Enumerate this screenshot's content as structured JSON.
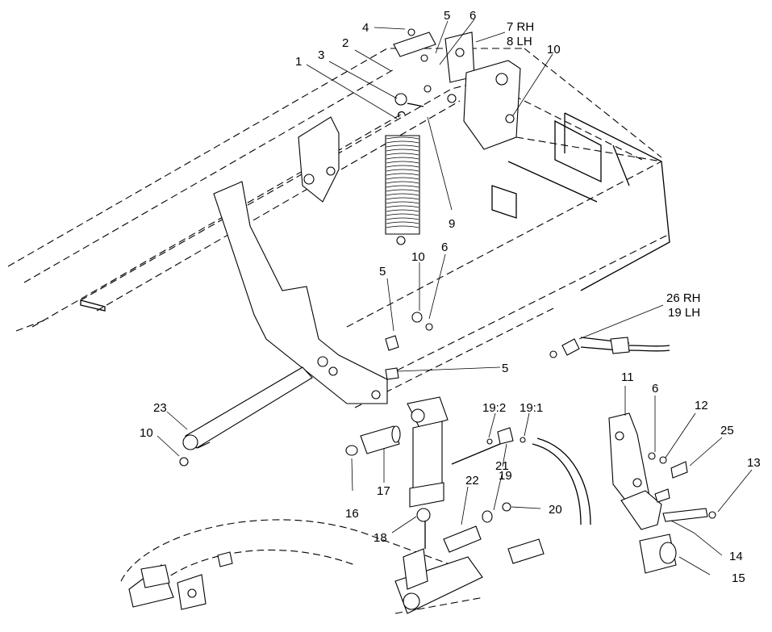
{
  "callouts": [
    {
      "id": "c1",
      "text": "1"
    },
    {
      "id": "c2",
      "text": "2"
    },
    {
      "id": "c3",
      "text": "3"
    },
    {
      "id": "c4",
      "text": "4"
    },
    {
      "id": "c5a",
      "text": "5"
    },
    {
      "id": "c6a",
      "text": "6"
    },
    {
      "id": "c7",
      "text": "7 RH"
    },
    {
      "id": "c8",
      "text": "8 LH"
    },
    {
      "id": "c10a",
      "text": "10"
    },
    {
      "id": "c9",
      "text": "9"
    },
    {
      "id": "c5b",
      "text": "5"
    },
    {
      "id": "c10b",
      "text": "10"
    },
    {
      "id": "c6b",
      "text": "6"
    },
    {
      "id": "c26",
      "text": "26 RH"
    },
    {
      "id": "c19lh",
      "text": "19 LH"
    },
    {
      "id": "c5c",
      "text": "5"
    },
    {
      "id": "c11",
      "text": "11"
    },
    {
      "id": "c6c",
      "text": "6"
    },
    {
      "id": "c12",
      "text": "12"
    },
    {
      "id": "c25",
      "text": "25"
    },
    {
      "id": "c13",
      "text": "13"
    },
    {
      "id": "c23",
      "text": "23"
    },
    {
      "id": "c10c",
      "text": "10"
    },
    {
      "id": "c192",
      "text": "19:2"
    },
    {
      "id": "c191",
      "text": "19:1"
    },
    {
      "id": "c19",
      "text": "19"
    },
    {
      "id": "c21",
      "text": "21"
    },
    {
      "id": "c22",
      "text": "22"
    },
    {
      "id": "c20",
      "text": "20"
    },
    {
      "id": "c16",
      "text": "16"
    },
    {
      "id": "c17",
      "text": "17"
    },
    {
      "id": "c18",
      "text": "18"
    },
    {
      "id": "c14",
      "text": "14"
    },
    {
      "id": "c15",
      "text": "15"
    }
  ]
}
